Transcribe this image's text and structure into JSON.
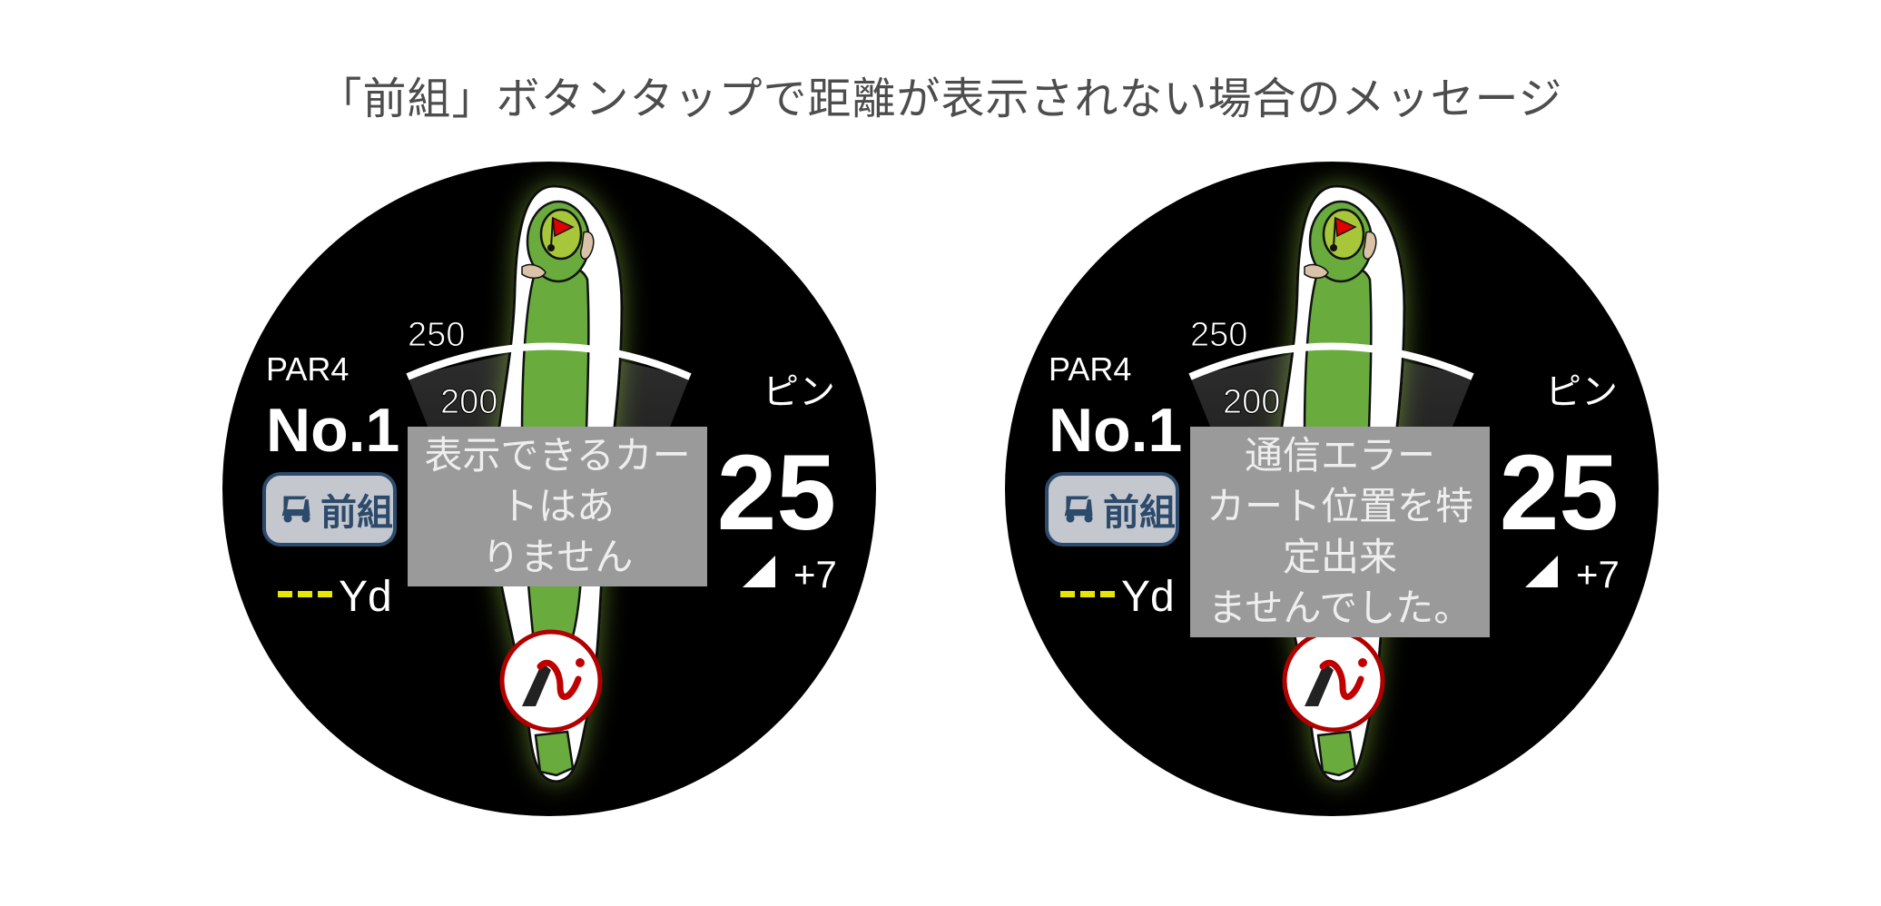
{
  "title": "「前組」ボタンタップで距離が表示されない場合のメッセージ",
  "watches": [
    {
      "par": "PAR4",
      "hole_number": "No.1",
      "ring_far": "250",
      "ring_near": "200",
      "pin_label": "ピン",
      "pin_distance": "25",
      "elevation": "+7",
      "cart_button_label": "前組",
      "yardage_placeholder": "---",
      "yardage_unit": "Yd",
      "message_lines": [
        "表示できるカートはあ",
        "りません"
      ]
    },
    {
      "par": "PAR4",
      "hole_number": "No.1",
      "ring_far": "250",
      "ring_near": "200",
      "pin_label": "ピン",
      "pin_distance": "25",
      "elevation": "+7",
      "cart_button_label": "前組",
      "yardage_placeholder": "---",
      "yardage_unit": "Yd",
      "message_lines": [
        "通信エラー",
        "カート位置を特定出来",
        "ませんでした。"
      ]
    }
  ],
  "colors": {
    "fairway": "#6aab3e",
    "green": "#a8c63a",
    "flag": "#e00000",
    "overlay": "#9a9a9a",
    "yardage_dash": "#e6e600",
    "cart_button_border": "#2c4a6b"
  }
}
